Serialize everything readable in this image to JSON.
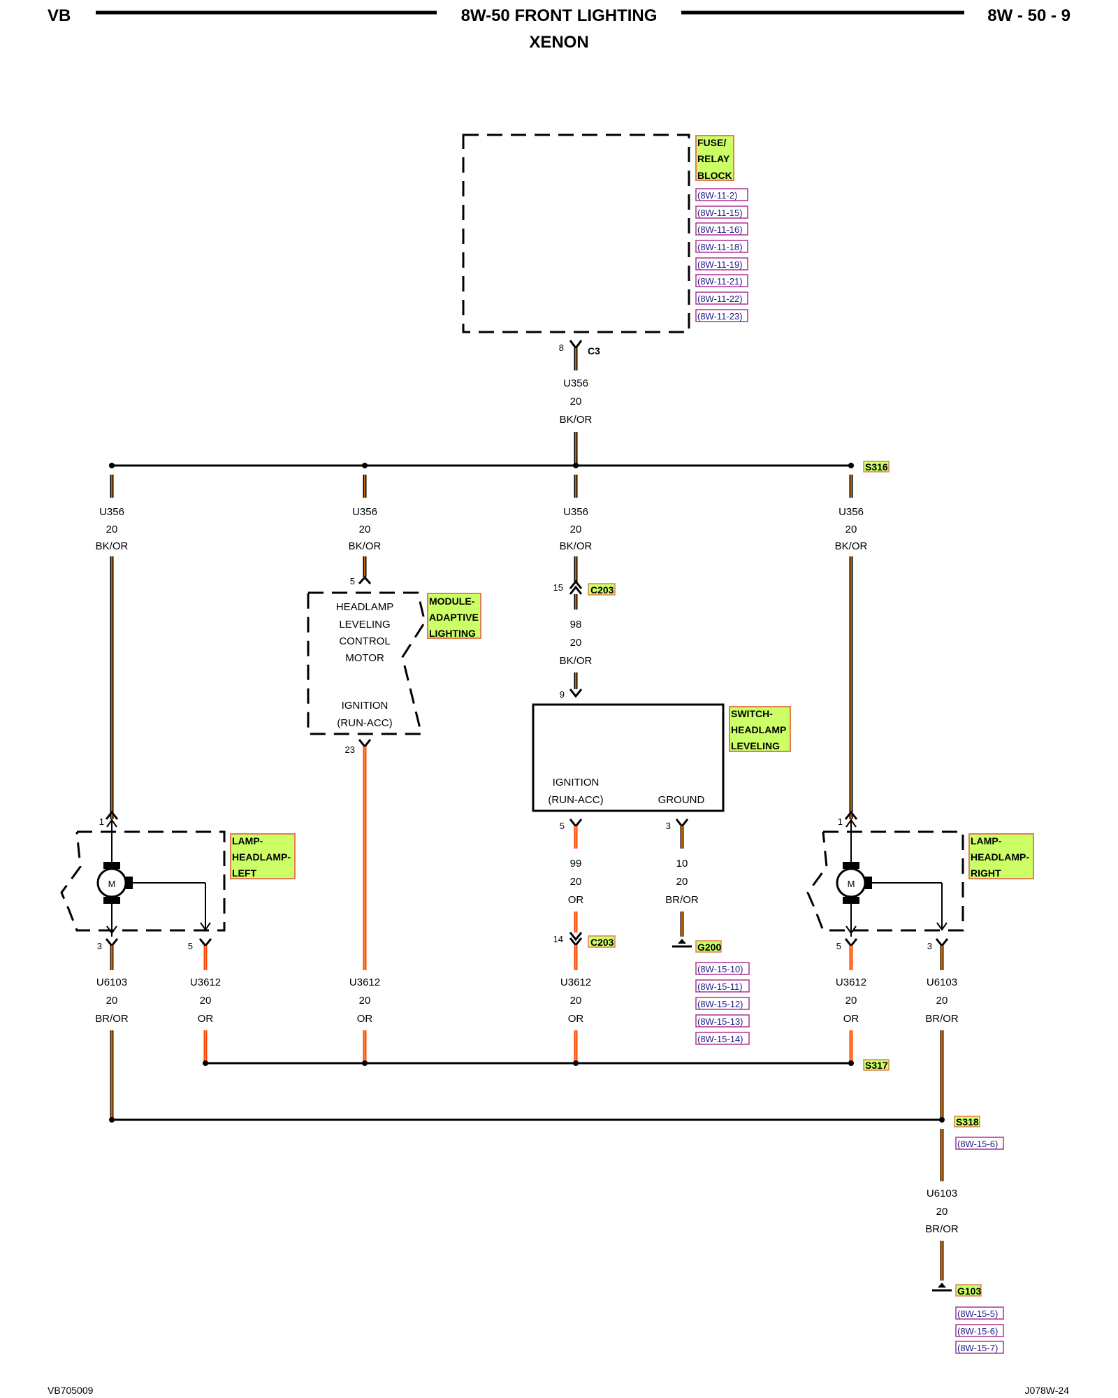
{
  "header": {
    "left": "VB",
    "title": "8W-50 FRONT LIGHTING",
    "subtitle": "XENON",
    "right": "8W - 50 - 9"
  },
  "footer": {
    "left": "VB705009",
    "right": "J078W-24"
  },
  "colors": {
    "label_bg": "#ccff66",
    "label_border": "#e08050",
    "ref_border": "#b03090",
    "wire_bk_or": "#000000",
    "wire_or": "#ff4400",
    "wire_br_or": "#3a1a00",
    "stripe": "#ff8800"
  },
  "components": {
    "fuse_relay_block": {
      "label": [
        "FUSE/",
        "RELAY",
        "BLOCK"
      ],
      "refs": [
        "(8W-11-2)",
        "(8W-11-15)",
        "(8W-11-16)",
        "(8W-11-18)",
        "(8W-11-19)",
        "(8W-11-21)",
        "(8W-11-22)",
        "(8W-11-23)"
      ],
      "pin": "8",
      "connector": "C3"
    },
    "module_adaptive_lighting": {
      "label": [
        "MODULE-",
        "ADAPTIVE",
        "LIGHTING"
      ],
      "text": [
        "HEADLAMP",
        "LEVELING",
        "CONTROL",
        "MOTOR"
      ],
      "ignition": [
        "IGNITION",
        "(RUN-ACC)"
      ],
      "pin_top": "5",
      "pin_bottom": "23"
    },
    "switch_headlamp_leveling": {
      "label": [
        "SWITCH-",
        "HEADLAMP",
        "LEVELING"
      ],
      "ignition": [
        "IGNITION",
        "(RUN-ACC)"
      ],
      "ground": "GROUND",
      "pin_top": "9",
      "pin_ign": "5",
      "pin_gnd": "3"
    },
    "lamp_left": {
      "label": [
        "LAMP-",
        "HEADLAMP-",
        "LEFT"
      ],
      "pin_top": "1",
      "pin_a": "3",
      "pin_b": "5",
      "motor": "M"
    },
    "lamp_right": {
      "label": [
        "LAMP-",
        "HEADLAMP-",
        "RIGHT"
      ],
      "pin_top": "1",
      "pin_a": "5",
      "pin_b": "3",
      "motor": "M"
    }
  },
  "connectors": {
    "c203_top": {
      "name": "C203",
      "pin": "15"
    },
    "c203_bottom": {
      "name": "C203",
      "pin": "14"
    }
  },
  "splices": {
    "s316": "S316",
    "s317": "S317",
    "s318": "S318",
    "s318_ref": "(8W-15-6)"
  },
  "grounds": {
    "g200": {
      "name": "G200",
      "refs": [
        "(8W-15-10)",
        "(8W-15-11)",
        "(8W-15-12)",
        "(8W-15-13)",
        "(8W-15-14)"
      ]
    },
    "g103": {
      "name": "G103",
      "refs": [
        "(8W-15-5)",
        "(8W-15-6)",
        "(8W-15-7)"
      ]
    }
  },
  "wires": {
    "u356_main": [
      "U356",
      "20",
      "BK/OR"
    ],
    "u356_b1": [
      "U356",
      "20",
      "BK/OR"
    ],
    "u356_b2": [
      "U356",
      "20",
      "BK/OR"
    ],
    "u356_b3": [
      "U356",
      "20",
      "BK/OR"
    ],
    "u356_b4": [
      "U356",
      "20",
      "BK/OR"
    ],
    "w98": [
      "98",
      "20",
      "BK/OR"
    ],
    "w99": [
      "99",
      "20",
      "OR"
    ],
    "w10": [
      "10",
      "20",
      "BR/OR"
    ],
    "u6103_l": [
      "U6103",
      "20",
      "BR/OR"
    ],
    "u3612_l": [
      "U3612",
      "20",
      "OR"
    ],
    "u3612_m": [
      "U3612",
      "20",
      "OR"
    ],
    "u3612_c": [
      "U3612",
      "20",
      "OR"
    ],
    "u3612_r": [
      "U3612",
      "20",
      "OR"
    ],
    "u6103_r": [
      "U6103",
      "20",
      "BR/OR"
    ],
    "u6103_g": [
      "U6103",
      "20",
      "BR/OR"
    ]
  }
}
